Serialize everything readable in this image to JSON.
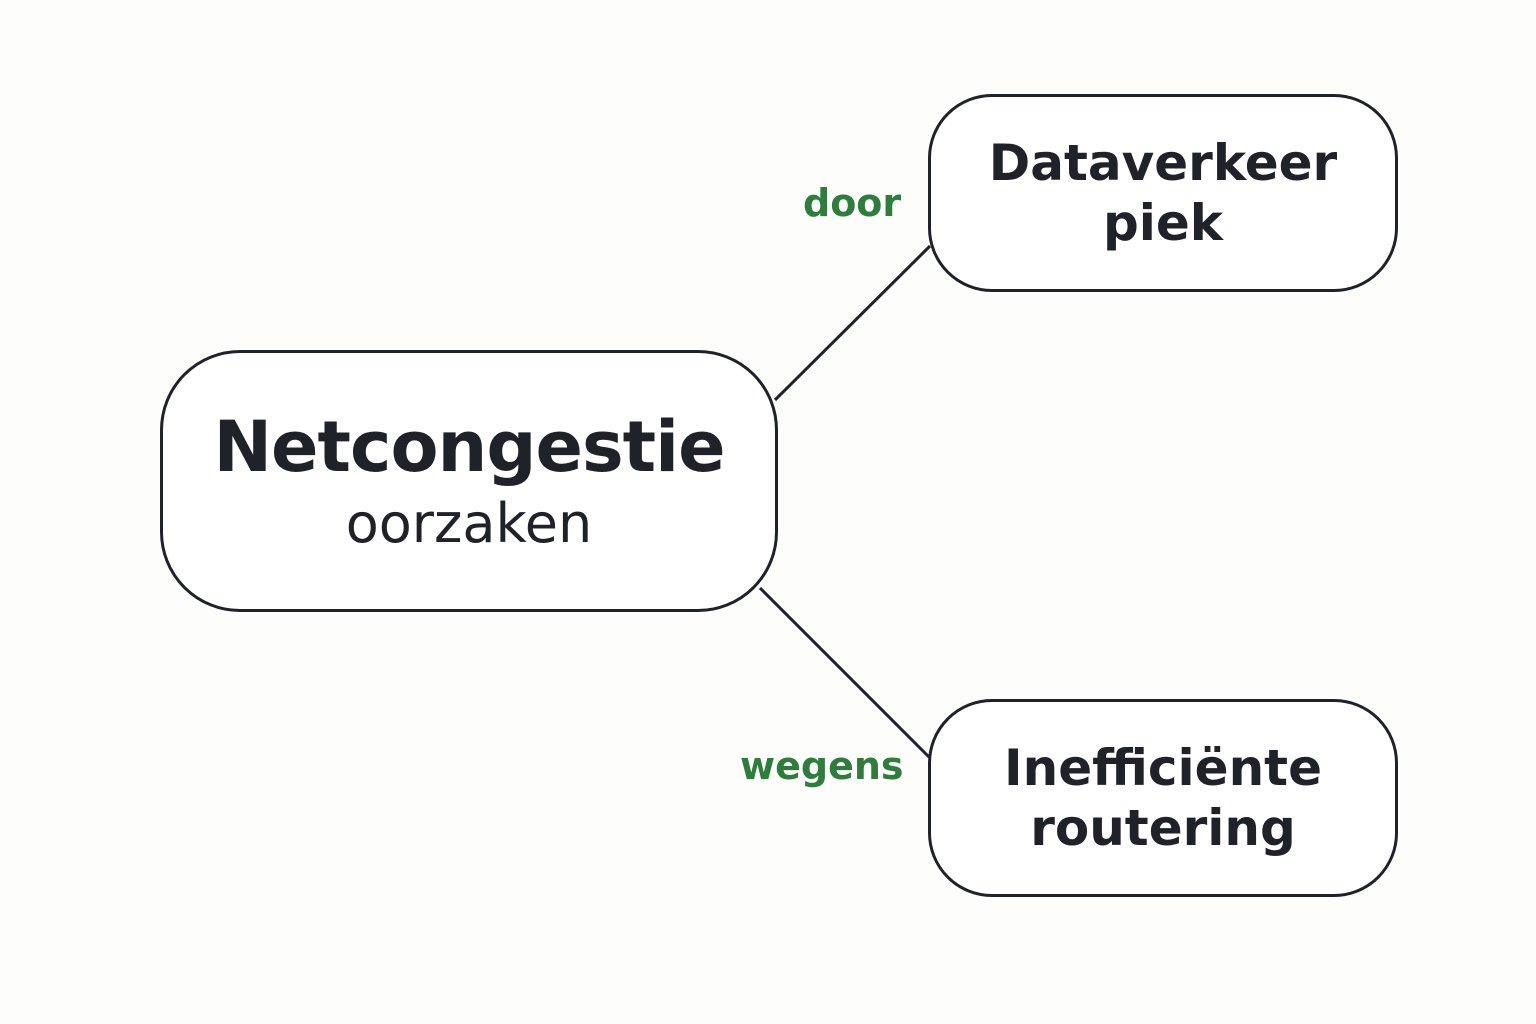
{
  "diagram": {
    "main_node": {
      "title": "Netcongestie",
      "subtitle": "oorzaken"
    },
    "top_node": {
      "line1": "Dataverkeer",
      "line2": "piek"
    },
    "bottom_node": {
      "line1": "Inefficiënte",
      "line2": "routering"
    },
    "edges": {
      "top_label": "door",
      "bottom_label": "wegens"
    },
    "colors": {
      "node_border": "#1f2329",
      "text": "#1f2329",
      "edge_label": "#2e7d3e",
      "background": "#fdfdfb"
    }
  }
}
